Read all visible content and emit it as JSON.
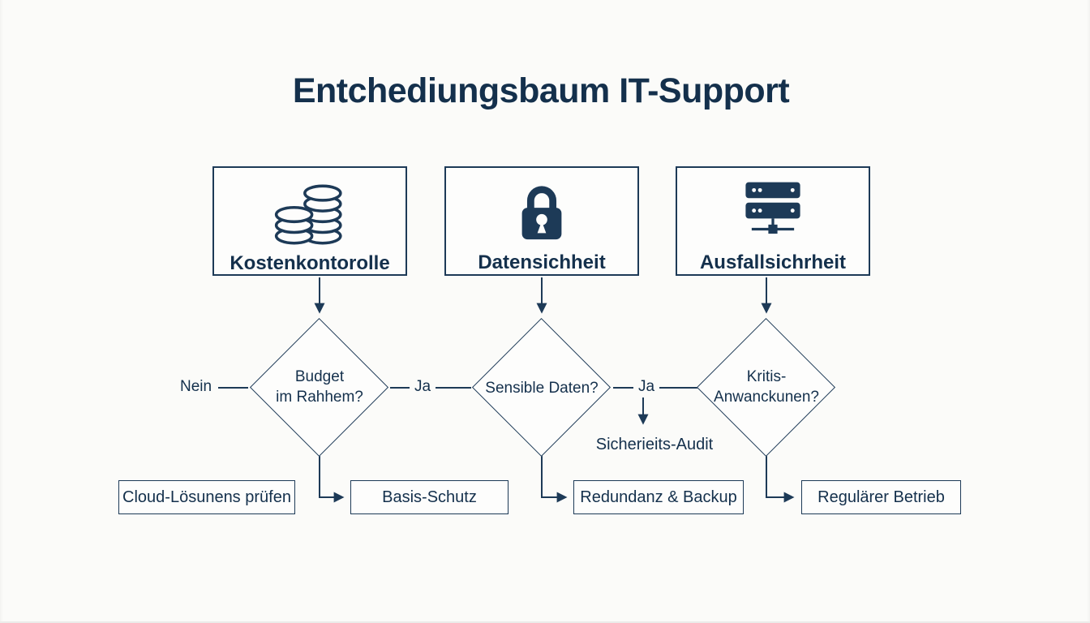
{
  "title": "Entchediungsbaum IT-Support",
  "colors": {
    "accent": "#1d3a57",
    "title_text": "#14304c",
    "background": "#fbfbf9"
  },
  "top_boxes": [
    {
      "label": "Kostenkontorolle",
      "icon": "coins-icon"
    },
    {
      "label": "Datensichheit",
      "icon": "lock-icon"
    },
    {
      "label": "Ausfallsichrheit",
      "icon": "server-icon"
    }
  ],
  "decisions": [
    {
      "lines": [
        "Budget",
        "im Rahhem?"
      ]
    },
    {
      "lines": [
        "Sensible Daten?"
      ]
    },
    {
      "lines": [
        "Kritis-",
        "Anwanckunen?"
      ]
    }
  ],
  "edge_labels": {
    "nein": "Nein",
    "ja_1": "Ja",
    "ja_2": "Ja"
  },
  "annotation": "Sicherieits-Audit",
  "outcomes": [
    "Cloud-Lösunens prüfen",
    "Basis-Schutz",
    "Redundanz & Backup",
    "Regulärer Betrieb"
  ]
}
